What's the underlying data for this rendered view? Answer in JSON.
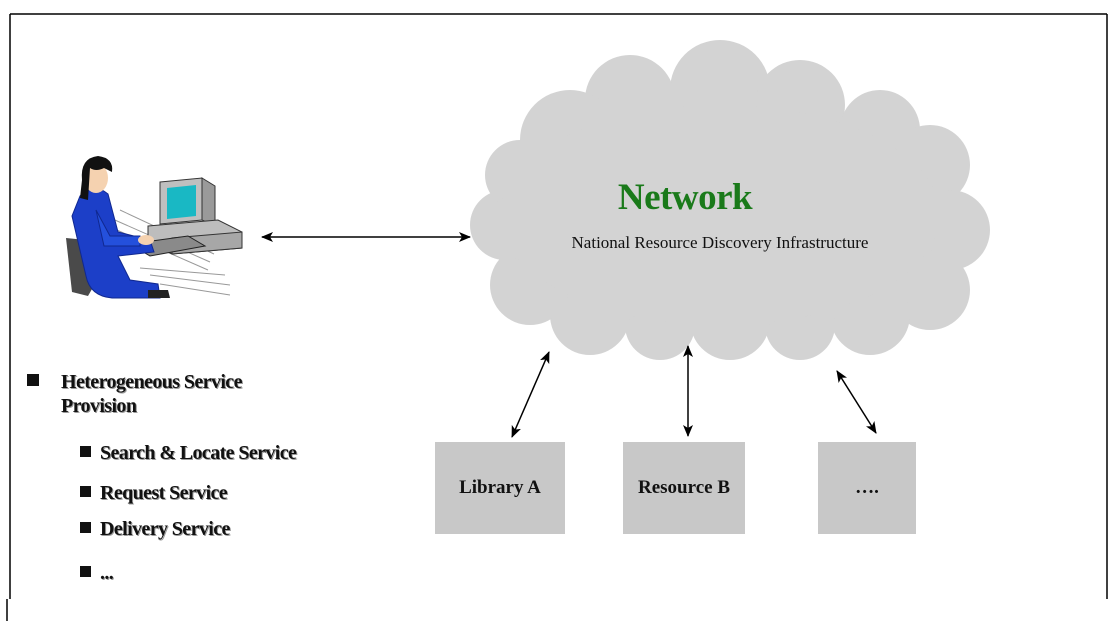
{
  "network": {
    "title": "Network",
    "subtitle": "National Resource Discovery Infrastructure"
  },
  "boxes": [
    {
      "label": "Library A"
    },
    {
      "label": "Resource B"
    },
    {
      "label": "…."
    }
  ],
  "bullets": {
    "main": "Heterogeneous Service Provision",
    "sub": [
      "Search & Locate Service",
      "Request Service",
      "Delivery Service",
      "..."
    ]
  },
  "colors": {
    "cloud": "#d3d3d3",
    "network_title": "#1a7a1a",
    "box": "#c8c8c8",
    "shirt": "#1c3fc8",
    "monitor_screen": "#19b8c4"
  },
  "icons": {
    "user": "person-at-computer-icon",
    "bullet": "square-bullet-icon"
  }
}
